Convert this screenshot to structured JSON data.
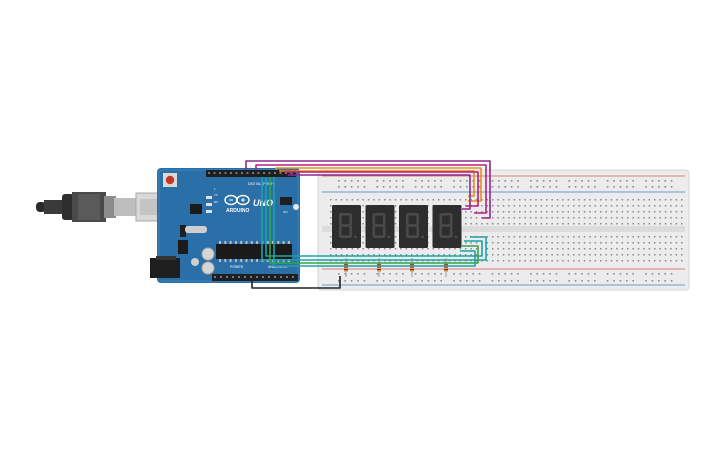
{
  "board": {
    "brand": "ARDUINO",
    "model": "UNO",
    "header_digital": "DIGITAL (PWM~)",
    "header_power": "POWER",
    "header_analog": "ANALOG IN",
    "label_tx": "TX",
    "label_rx": "RX",
    "label_l": "L",
    "label_on": "ON"
  },
  "display": {
    "digit_count": 4,
    "lit_segments": "none"
  },
  "colors": {
    "board_blue": "#2a6fa7",
    "breadboard": "#ececec",
    "wire_purple": "#8e2a8e",
    "wire_magenta": "#b5207e",
    "wire_orange": "#e8901c",
    "wire_teal": "#1aa4a8",
    "wire_green": "#3aa24a",
    "wire_black": "#222222",
    "display_body": "#2d2d2d"
  },
  "icons": {
    "usb_cable": "usb-cable-icon",
    "reset_button": "reset-button-icon",
    "chip": "atmega-chip-icon",
    "resistor": "resistor-icon"
  }
}
